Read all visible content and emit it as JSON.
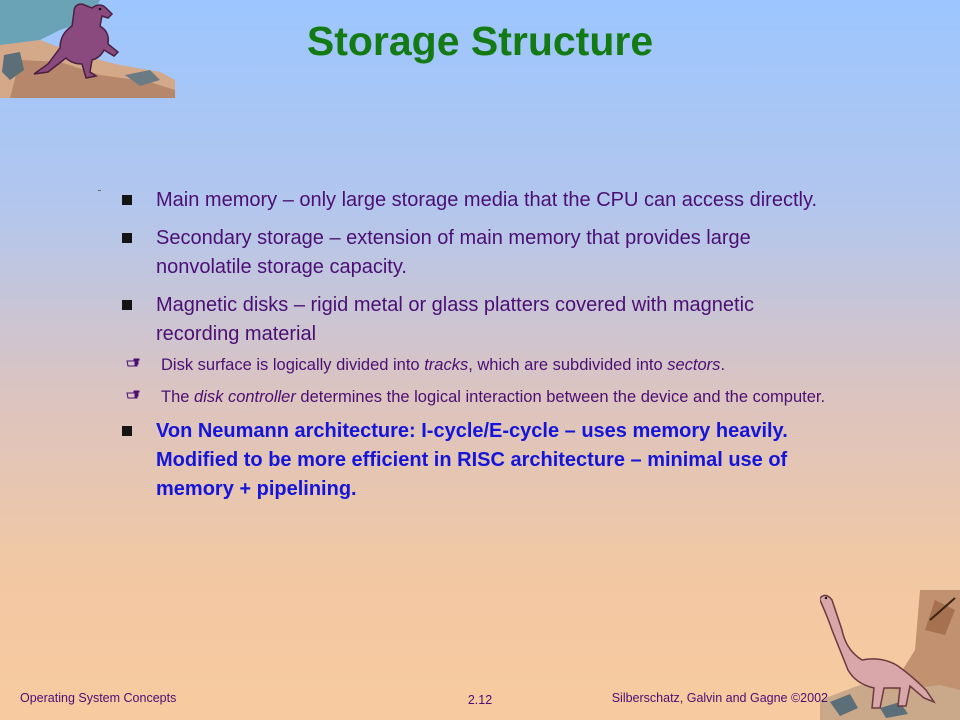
{
  "slide": {
    "title": "Storage Structure",
    "bullets": [
      {
        "text": "Main memory – only large storage media that the CPU can access directly."
      },
      {
        "text": "Secondary storage – extension of main memory that provides large nonvolatile storage capacity."
      },
      {
        "text": "Magnetic disks – rigid metal or glass platters covered with magnetic recording material"
      },
      {
        "text": "Von Neumann architecture: I-cycle/E-cycle – uses memory heavily.  Modified to be more efficient in RISC architecture – minimal use of memory + pipelining."
      }
    ],
    "subbullets": [
      {
        "pre": "Disk surface is logically divided into ",
        "em1": "tracks",
        "mid": ", which are subdivided into ",
        "em2": "sectors",
        "post": "."
      },
      {
        "pre": "The ",
        "em1": "disk controller",
        "post": " determines the logical interaction between the device and the computer."
      }
    ]
  },
  "footer": {
    "left": "Operating System Concepts",
    "center": "2.12",
    "right": "Silberschatz, Galvin and  Gagne ©2002"
  },
  "colors": {
    "title": "#137a14",
    "body_text": "#4b0f74",
    "highlight_text": "#1515d9"
  },
  "icons": [
    "dinosaur-tl-clipart",
    "dinosaur-br-clipart",
    "square-bullet-icon",
    "pointing-hand-icon"
  ]
}
